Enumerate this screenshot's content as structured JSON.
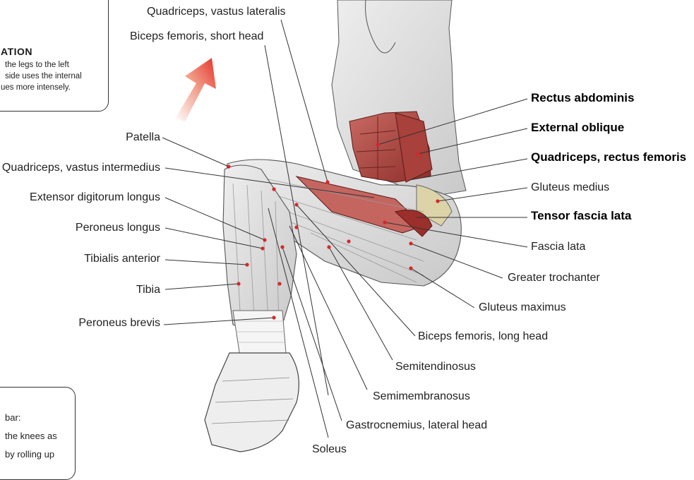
{
  "variation_box": {
    "title": "ATION",
    "lines": [
      "the legs to the left",
      "side uses the internal",
      "ues more intensely."
    ]
  },
  "instruction_box": {
    "lines": [
      "bar:",
      "the  knees  as",
      "by  rolling  up"
    ]
  },
  "labels": {
    "left": [
      "Quadriceps, vastus lateralis",
      "Biceps femoris, short head",
      "Patella",
      "Quadriceps, vastus intermedius",
      "Extensor digitorum longus",
      "Peroneus longus",
      "Tibialis anterior",
      "Tibia",
      "Peroneus brevis"
    ],
    "right": [
      "Rectus abdominis",
      "External oblique",
      "Quadriceps, rectus femoris",
      "Gluteus medius",
      "Tensor fascia lata",
      "Fascia lata",
      "Greater trochanter",
      "Gluteus maximus"
    ],
    "bottom": [
      "Biceps femoris, long head",
      "Semitendinosus",
      "Semimembranosus",
      "Gastrocnemius, lateral head",
      "Soleus"
    ]
  },
  "colors": {
    "arrow": "#e8473a",
    "muscle_red": "#b0453f",
    "leader_line": "#333333",
    "pin": "#d7262a"
  }
}
